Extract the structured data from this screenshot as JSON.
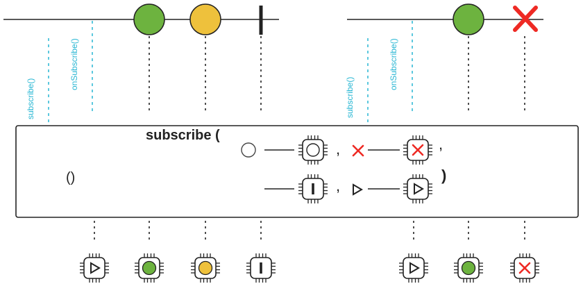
{
  "operator": {
    "title": "subscribe (",
    "open_parens": "()",
    "close_paren": ")",
    "comma": ","
  },
  "timelines": {
    "left": {
      "call_labels": [
        "subscribe()",
        "onSubscribe()"
      ]
    },
    "right": {
      "call_labels": [
        "subscribe()",
        "onSubscribe()"
      ]
    }
  },
  "colors": {
    "green": "#6db33f",
    "yellow": "#eec13c",
    "red": "#ee2a24",
    "cyan": "#26b6d3",
    "dark": "#222222"
  },
  "icons": {
    "next": "circle-icon",
    "error": "cross-icon",
    "complete": "bar-icon",
    "subscription": "triangle-icon",
    "consumer": "chip-icon"
  }
}
